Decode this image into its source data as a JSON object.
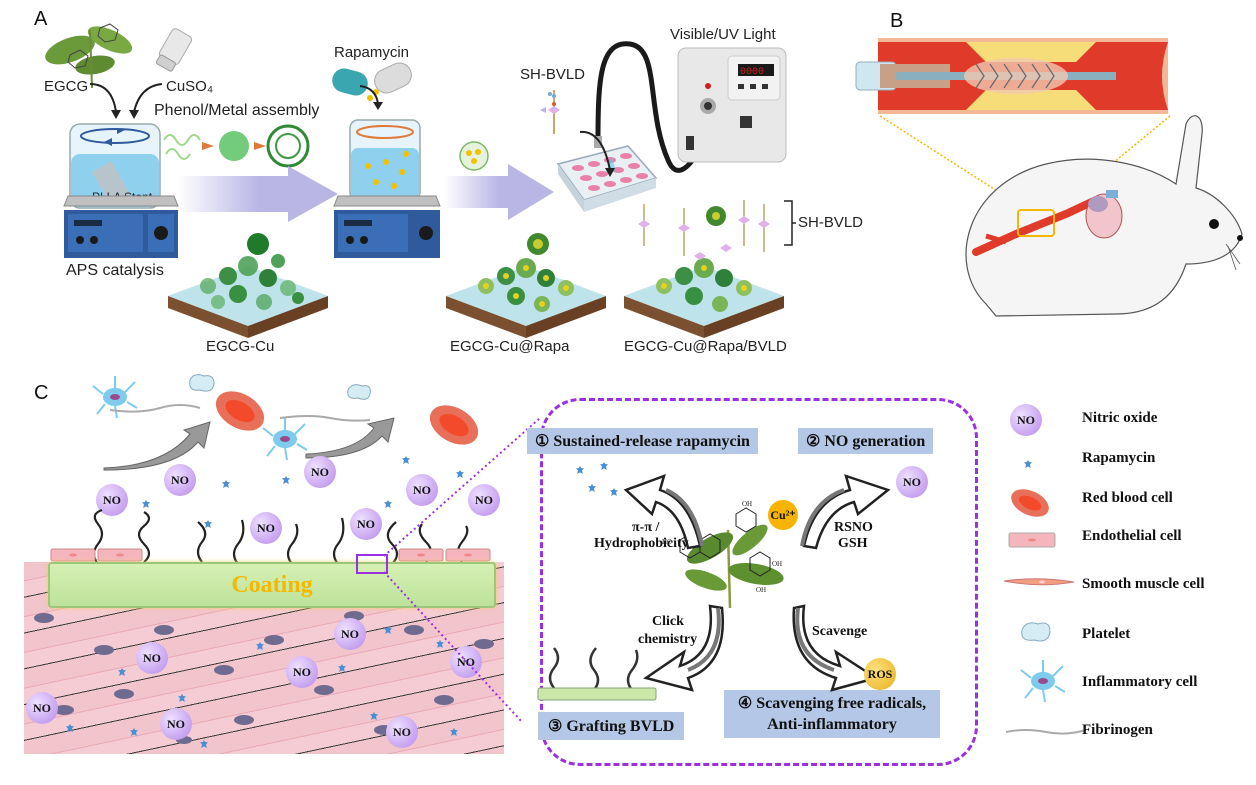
{
  "panels": {
    "a": {
      "label": "A",
      "labels": {
        "egcg": "EGCG",
        "cuso4": "CuSO₄",
        "phenol_metal": "Phenol/Metal assembly",
        "plla_stent": "PLLA Stent",
        "aps": "APS catalysis",
        "rapamycin": "Rapamycin",
        "sh_bvld_top": "SH-BVLD",
        "light": "Visible/UV Light",
        "sh_bvld_side": "SH-BVLD",
        "display": "0000",
        "egcg_cu": "EGCG-Cu",
        "egcg_cu_rapa": "EGCG-Cu@Rapa",
        "egcg_cu_rapa_bvld": "EGCG-Cu@Rapa/BVLD"
      }
    },
    "b": {
      "label": "B"
    },
    "c": {
      "label": "C",
      "coating_label": "Coating",
      "no_text": "NO",
      "mechanisms": {
        "m1": "① Sustained-release rapamycin",
        "m2": "② NO generation",
        "m3": "③ Grafting BVLD",
        "m4_line1": "④ Scavenging free radicals,",
        "m4_line2": "Anti-inflammatory",
        "pi_pi": "π-π /",
        "hydrophobicity": "Hydrophobicity",
        "rsno": "RSNO",
        "gsh": "GSH",
        "click": "Click",
        "chemistry": "chemistry",
        "scavenge": "Scavenge",
        "cu": "Cu²⁺",
        "ros": "ROS",
        "no": "NO"
      },
      "legend": [
        {
          "icon": "nitric-oxide-icon",
          "label": "Nitric oxide"
        },
        {
          "icon": "rapamycin-icon",
          "label": "Rapamycin"
        },
        {
          "icon": "red-blood-cell-icon",
          "label": "Red blood cell"
        },
        {
          "icon": "endothelial-cell-icon",
          "label": "Endothelial cell"
        },
        {
          "icon": "smooth-muscle-cell-icon",
          "label": "Smooth muscle cell"
        },
        {
          "icon": "platelet-icon",
          "label": "Platelet"
        },
        {
          "icon": "inflammatory-cell-icon",
          "label": "Inflammatory cell"
        },
        {
          "icon": "fibrinogen-icon",
          "label": "Fibrinogen"
        }
      ]
    }
  },
  "colors": {
    "process_arrow": "#b9b6e6",
    "dashed_border": "#9b30e0",
    "box_fill": "#b4c7e7",
    "coating_text": "#f5b800",
    "coating_fill": "#c6eaa0",
    "tissue": "#f2c4cc",
    "vessel_red": "#e03a2a",
    "plaque": "#f7dc7a",
    "stirrer_blue": "#2f5a9c",
    "cu_ion": "#f6b400"
  }
}
